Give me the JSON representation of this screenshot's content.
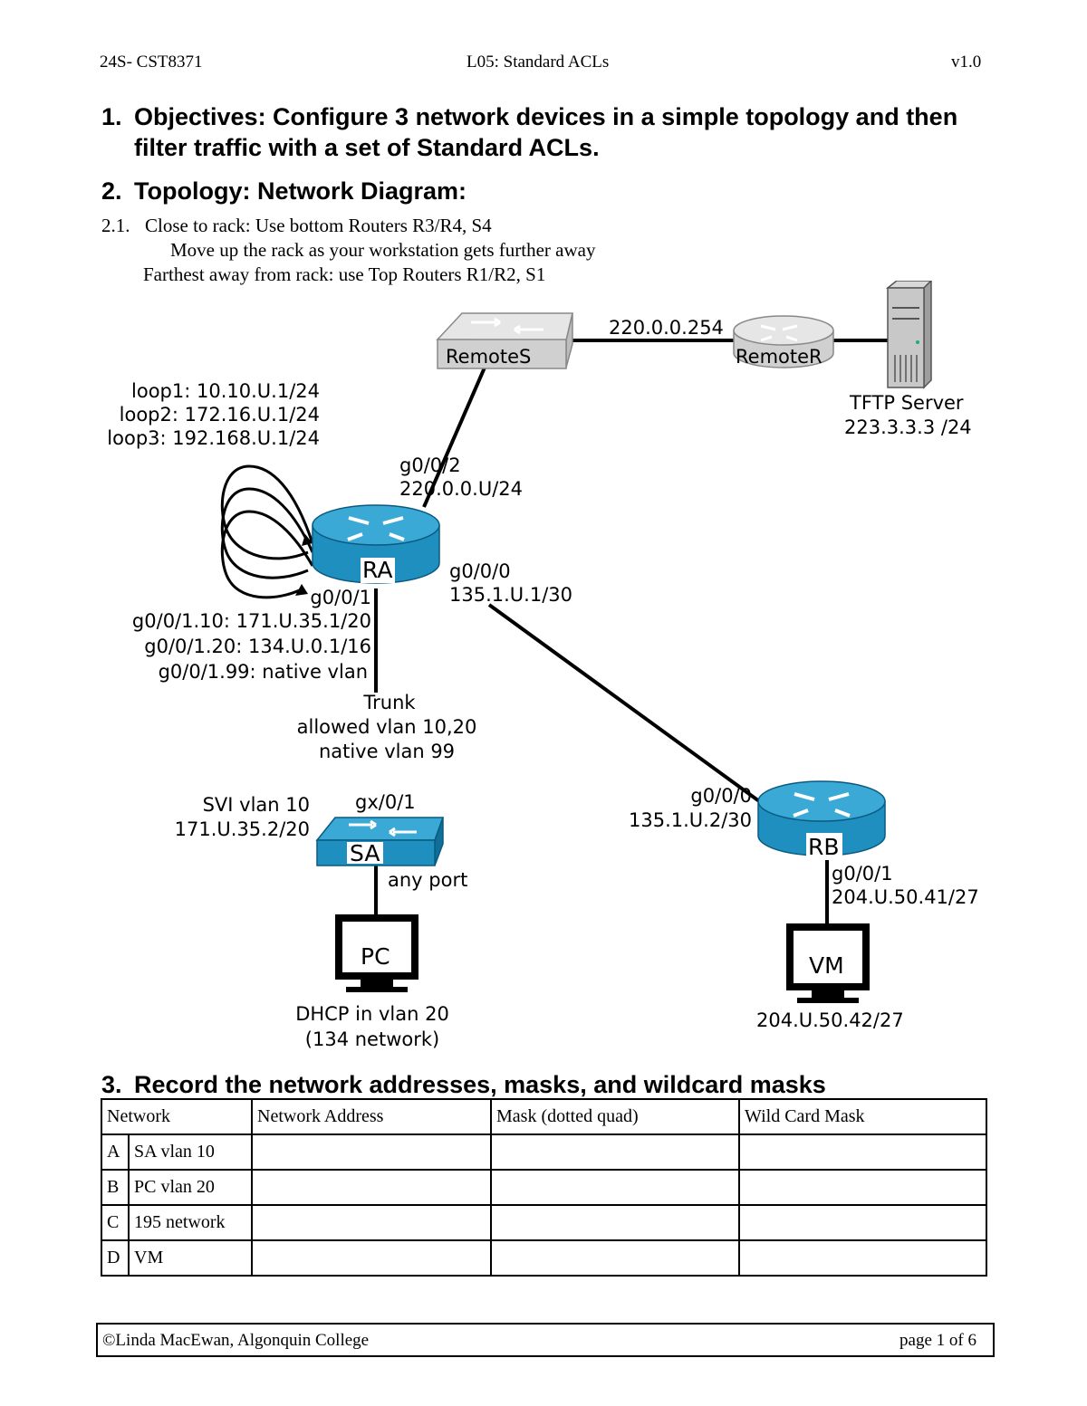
{
  "header": {
    "left": "24S- CST8371",
    "center": "L05: Standard ACLs",
    "right": "v1.0"
  },
  "sections": [
    {
      "number": "1.",
      "lines": [
        "Objectives:  Configure 3 network devices in a simple topology and then",
        "filter traffic with a set of Standard ACLs."
      ]
    },
    {
      "number": "2.",
      "title": "Topology: Network Diagram:"
    },
    {
      "number": "3.",
      "title": "Record the network addresses, masks, and wildcard masks"
    }
  ],
  "instructions": {
    "number": "2.1.",
    "line1": "Close to rack: Use bottom Routers R3/R4, S4",
    "line2": "Move up the rack as your workstation gets further away",
    "line3": "Farthest away from rack: use Top Routers R1/R2, S1"
  },
  "diagram": {
    "remote_switch": "RemoteS",
    "remote_router": "RemoteR",
    "remote_link_ip": "220.0.0.254",
    "tftp_server": {
      "name": "TFTP Server",
      "ip": "223.3.3.3 /24"
    },
    "loopbacks": [
      "loop1: 10.10.U.1/24",
      "loop2: 172.16.U.1/24",
      "loop3: 192.168.U.1/24"
    ],
    "ra": {
      "name": "RA",
      "g002_if": "g0/0/2",
      "g002_ip": "220.0.0.U/24",
      "g000_if": "g0/0/0",
      "g000_ip": "135.1.U.1/30",
      "g001_if": "g0/0/1",
      "sub10": "g0/0/1.10: 171.U.35.1/20",
      "sub20": "g0/0/1.20: 134.U.0.1/16",
      "sub99": "g0/0/1.99: native vlan"
    },
    "trunk": [
      "Trunk",
      "allowed vlan 10,20",
      "native vlan 99"
    ],
    "sa": {
      "name": "SA",
      "svi_label": "SVI vlan 10",
      "svi_ip": "171.U.35.2/20",
      "uplink": "gx/0/1",
      "any_port": "any port"
    },
    "pc": {
      "name": "PC",
      "note1": "DHCP in vlan 20",
      "note2": "(134 network)"
    },
    "rb": {
      "name": "RB",
      "g000_if": "g0/0/0",
      "g000_ip": "135.1.U.2/30",
      "g001_if": "g0/0/1",
      "g001_ip": "204.U.50.41/27"
    },
    "vm": {
      "name": "VM",
      "ip": "204.U.50.42/27"
    }
  },
  "table": {
    "headers": [
      "Network",
      "Network Address",
      "Mask (dotted quad)",
      "Wild Card Mask"
    ],
    "rows": [
      {
        "id": "A",
        "name": "SA vlan 10",
        "address": "",
        "mask": "",
        "wildcard": ""
      },
      {
        "id": "B",
        "name": "PC vlan 20",
        "address": "",
        "mask": "",
        "wildcard": ""
      },
      {
        "id": "C",
        "name": "195 network",
        "address": "",
        "mask": "",
        "wildcard": ""
      },
      {
        "id": "D",
        "name": "VM",
        "address": "",
        "mask": "",
        "wildcard": ""
      }
    ]
  },
  "footer": {
    "left": "©Linda MacEwan, Algonquin College",
    "right": "page 1 of 6"
  },
  "colors": {
    "device_blue": "#1f8fbf",
    "device_gray": "#cccccc"
  }
}
